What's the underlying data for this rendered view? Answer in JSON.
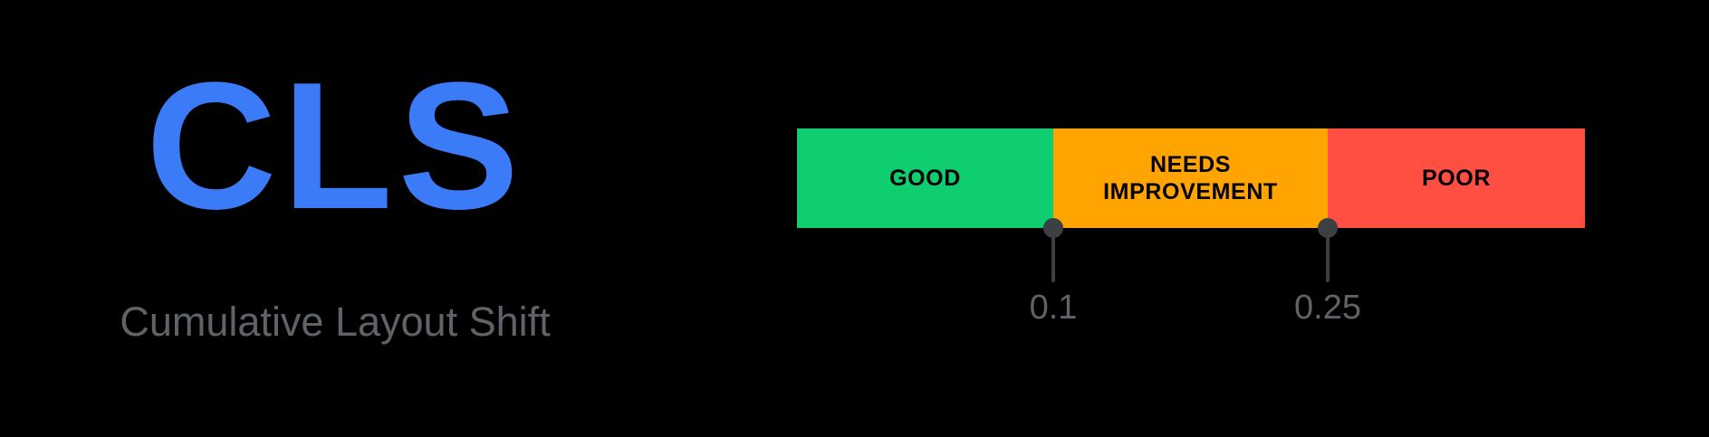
{
  "background_color": "#000000",
  "metric": {
    "abbreviation": "CLS",
    "abbreviation_color": "#3B7BF7",
    "full_name": "Cumulative Layout Shift",
    "full_name_color": "#5F6368"
  },
  "chart_data": {
    "type": "bar",
    "title": "CLS",
    "subtitle": "Cumulative Layout Shift",
    "orientation": "horizontal",
    "xlabel": "",
    "ylabel": "",
    "grid": false,
    "legend_position": "none",
    "axis_range": [
      0,
      0.45
    ],
    "categories": [
      "GOOD",
      "NEEDS IMPROVEMENT",
      "POOR"
    ],
    "values": [
      0.1,
      0.15,
      0.2
    ],
    "colors": [
      "#0FCE6F",
      "#FFA400",
      "#FF4E42"
    ],
    "thresholds": [
      {
        "value": "0.1",
        "numeric": 0.1
      },
      {
        "value": "0.25",
        "numeric": 0.25
      }
    ],
    "annotations": [
      "0.1",
      "0.25"
    ]
  },
  "scale": {
    "bands": [
      {
        "label": "GOOD",
        "color": "#0FCE6F",
        "left_pct": 0,
        "width_pct": 32.53
      },
      {
        "label": "NEEDS\nIMPROVEMENT",
        "color": "#FFA400",
        "left_pct": 32.53,
        "width_pct": 34.83
      },
      {
        "label": "POOR",
        "color": "#FF4E42",
        "left_pct": 67.36,
        "width_pct": 32.64
      }
    ],
    "label_color": "#000000",
    "pins": [
      {
        "value": "0.1",
        "left_pct": 32.53,
        "color": "#3C4043"
      },
      {
        "value": "0.25",
        "left_pct": 67.36,
        "color": "#3C4043"
      }
    ],
    "pin_value_color": "#5F6368"
  }
}
